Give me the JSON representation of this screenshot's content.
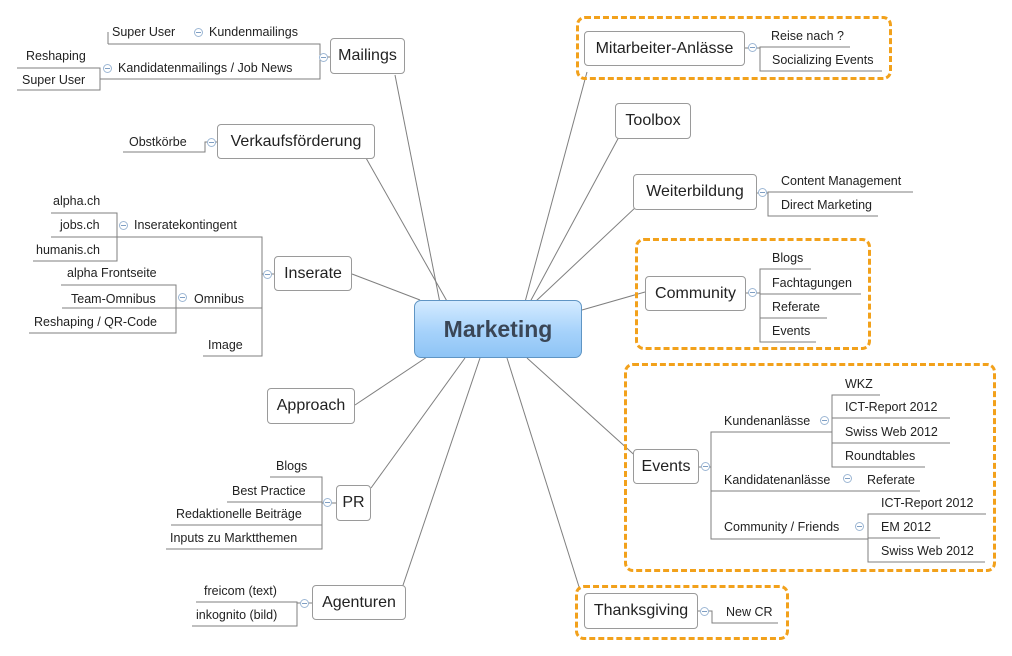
{
  "root": "Marketing",
  "mailings": {
    "label": "Mailings",
    "super_user_top": "Super User",
    "kundenmailings": "Kundenmailings",
    "kandidatenmailings": "Kandidatenmailings / Job News",
    "reshaping": "Reshaping",
    "super_user": "Super User"
  },
  "verkauf": {
    "label": "Verkaufsförderung",
    "obstkoerbe": "Obstkörbe"
  },
  "inserate": {
    "label": "Inserate",
    "kontingent": "Inseratekontingent",
    "alpha": "alpha.ch",
    "jobs": "jobs.ch",
    "humanis": "humanis.ch",
    "omnibus": "Omnibus",
    "alpha_front": "alpha Frontseite",
    "team_omnibus": "Team-Omnibus",
    "reshaping_qr": "Reshaping / QR-Code",
    "image": "Image"
  },
  "approach": "Approach",
  "pr": {
    "label": "PR",
    "items": [
      "Blogs",
      "Best Practice",
      "Redaktionelle Beiträge",
      "Inputs zu Marktthemen"
    ]
  },
  "agenturen": {
    "label": "Agenturen",
    "items": [
      "freicom (text)",
      "inkognito (bild)"
    ]
  },
  "mitarbeiter": {
    "label": "Mitarbeiter-Anlässe",
    "items": [
      "Reise nach ?",
      "Socializing Events"
    ]
  },
  "toolbox": "Toolbox",
  "weiterbildung": {
    "label": "Weiterbildung",
    "items": [
      "Content Management",
      "Direct Marketing"
    ]
  },
  "community": {
    "label": "Community",
    "items": [
      "Blogs",
      "Fachtagungen",
      "Referate",
      "Events"
    ]
  },
  "events": {
    "label": "Events",
    "kunden": "Kundenanlässe",
    "kunden_items": [
      "WKZ",
      "ICT-Report 2012",
      "Swiss Web 2012",
      "Roundtables"
    ],
    "kandidaten": "Kandidatenanlässe",
    "referate": "Referate",
    "community_friends": "Community / Friends",
    "cf_items": [
      "ICT-Report 2012",
      "EM 2012",
      "Swiss Web 2012"
    ]
  },
  "thanksgiving": {
    "label": "Thanksgiving",
    "new_cr": "New CR"
  },
  "colors": {
    "line": "#7a7a7a",
    "highlight": "#f2a11b",
    "root_fill": "#a6d2fb"
  }
}
